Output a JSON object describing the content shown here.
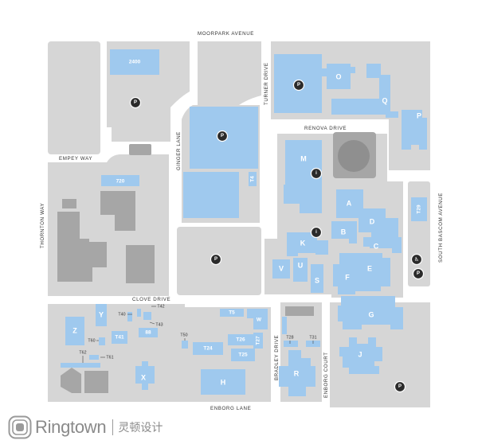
{
  "streets": {
    "moorpark": "MOORPARK AVENUE",
    "renova": "RENOVA DRIVE",
    "turner": "TURNER DRIVE",
    "ginger": "GINGER LANE",
    "empey": "EMPEY WAY",
    "thornton": "THORNTON WAY",
    "south_bascom": "SOUTH BASCOM AVENUE",
    "clove": "CLOVE DRIVE",
    "bradley": "BRADLEY DRIVE",
    "enborg_court": "ENBORG COURT",
    "enborg_lane": "ENBORG LANE"
  },
  "buildings": {
    "b2400": "2400",
    "b720": "720",
    "t4": "T4",
    "t29": "T29",
    "m": "M",
    "o": "O",
    "q": "Q",
    "p": "P",
    "a": "A",
    "b": "B",
    "c": "C",
    "d": "D",
    "e": "E",
    "f": "F",
    "g": "G",
    "j": "J",
    "k": "K",
    "s": "S",
    "u": "U",
    "v": "V",
    "r": "R",
    "h": "H",
    "x": "X",
    "y": "Y",
    "z": "Z",
    "w": "W",
    "t5": "T5",
    "t24": "T24",
    "t25": "T25",
    "t26": "T26",
    "t27": "T27",
    "t41": "T41",
    "b88": "88"
  },
  "small_labels": {
    "t40": "T40",
    "t42": "T42",
    "t43": "T43",
    "t50": "T50",
    "t60": "T60",
    "t61": "T61",
    "t62": "T62",
    "t28": "T28",
    "t31": "T31"
  },
  "markers": {
    "parking": "P",
    "info": "i",
    "accessible": "♿"
  },
  "logo": {
    "name": "Ringtown",
    "chinese": "灵顿设计"
  },
  "colors": {
    "block": "#d6d6d6",
    "building": "#9fc9ee",
    "marker": "#2b2b2b"
  }
}
